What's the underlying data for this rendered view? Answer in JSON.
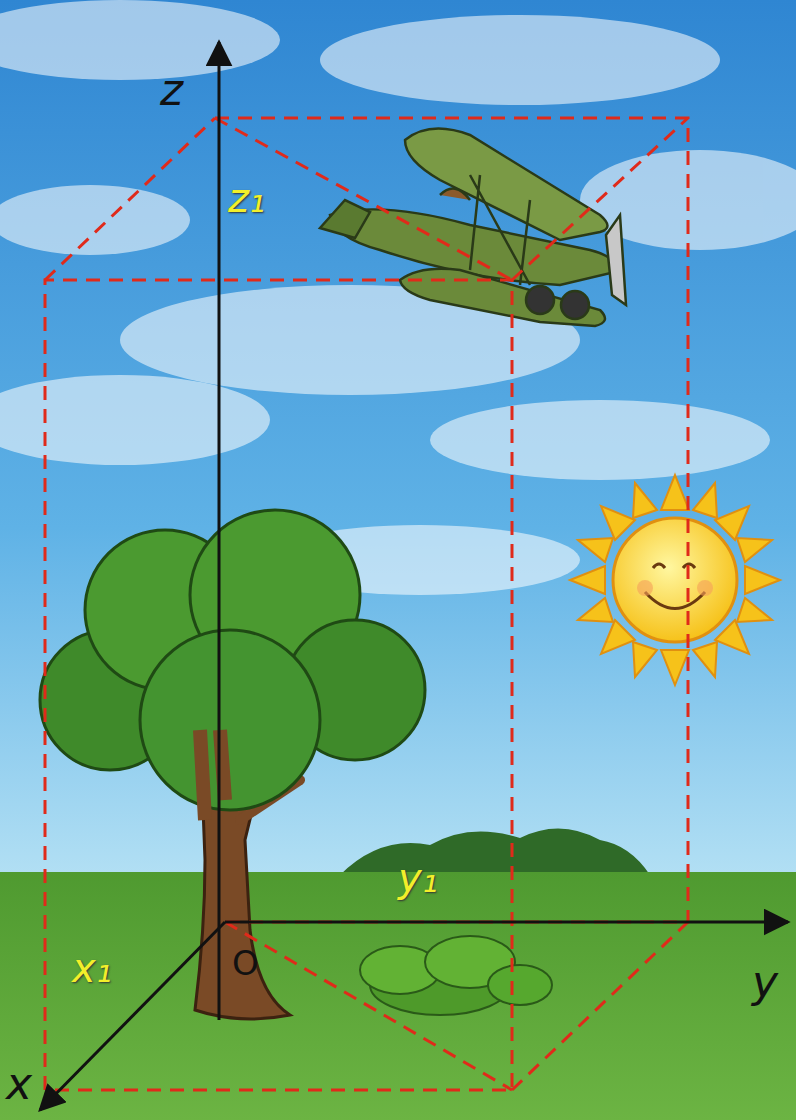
{
  "diagram": {
    "labels": [
      "z",
      "z₁",
      "y₁",
      "x₁",
      "O",
      "y",
      "x"
    ]
  }
}
